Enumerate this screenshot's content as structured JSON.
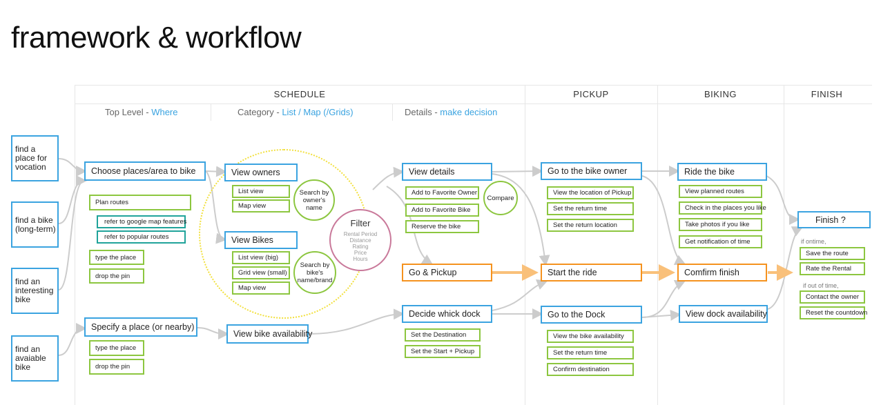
{
  "title": "framework & workflow",
  "phases": [
    "SCHEDULE",
    "PICKUP",
    "BIKING",
    "FINISH"
  ],
  "subheaders": [
    {
      "label": "Top Level - ",
      "accent": "Where"
    },
    {
      "label": "Category - ",
      "accent": "List / Map (/Grids)"
    },
    {
      "label": "Details - ",
      "accent": "make decision"
    }
  ],
  "starts": [
    "find a place for vocation",
    "find a bike (long-term)",
    "find an interesting bike",
    "find an avaiable bike"
  ],
  "top_level": {
    "choose": "Choose places/area to bike",
    "plan_routes": "Plan routes",
    "google_map": "refer to google map features",
    "popular_routes": "refer to popular routes",
    "type_place": "type the place",
    "drop_pin": "drop the pin",
    "specify": "Specify a place (or nearby)",
    "type_place2": "type the place",
    "drop_pin2": "drop the pin"
  },
  "category": {
    "view_owners": "View owners",
    "list_view": "List view",
    "map_view": "Map view",
    "search_owner": "Search by owner's name",
    "view_bikes": "View Bikes",
    "list_view_big": "List view (big)",
    "grid_view_small": "Grid view (small)",
    "map_view2": "Map view",
    "search_bike": "Search by bike's name/brand",
    "view_bike_availability": "View bike availability"
  },
  "filter": {
    "title": "Filter",
    "items": [
      "Rental Period",
      "Distance",
      "Rating",
      "Price",
      "Hours"
    ]
  },
  "details": {
    "view_details": "View details",
    "fav_owner": "Add to Favorite Owner",
    "fav_bike": "Add to Favorite Bike",
    "reserve": "Reserve the bike",
    "compare": "Compare",
    "go_pickup": "Go & Pickup",
    "decide_dock": "Decide whick dock",
    "set_destination": "Set the Destination",
    "set_start_pickup": "Set the Start + Pickup"
  },
  "pickup": {
    "go_owner": "Go to the bike owner",
    "view_location": "View the location of Pickup",
    "set_return_time": "Set the return time",
    "set_return_location": "Set the return location",
    "start_ride": "Start the ride",
    "go_dock": "Go to the Dock",
    "view_bike_avail": "View the bike availability",
    "set_return_time2": "Set the return time",
    "confirm_destination": "Confirm destination"
  },
  "biking": {
    "ride": "Ride the bike",
    "planned_routes": "View planned routes",
    "check_places": "Check in the places you like",
    "take_photos": "Take photos if you like",
    "notification": "Get notification of time",
    "confirm_finish": "Comfirm finish",
    "dock_availability": "View dock availability"
  },
  "finish": {
    "title": "Finish ?",
    "if_ontime": "if ontime,",
    "save_route": "Save the route",
    "rate_rental": "Rate the Rental",
    "if_out": "if out of time,",
    "contact_owner": "Contact the owner",
    "reset_countdown": "Reset the countdown"
  },
  "colors": {
    "blue": "#3aa3e0",
    "green": "#8cc63f",
    "teal": "#1fa39a",
    "orange": "#f5921e",
    "pink": "#c9799a",
    "yellow": "#f2e03c",
    "arrow_orange": "#f9c07a",
    "link_gray": "#cccccc"
  }
}
